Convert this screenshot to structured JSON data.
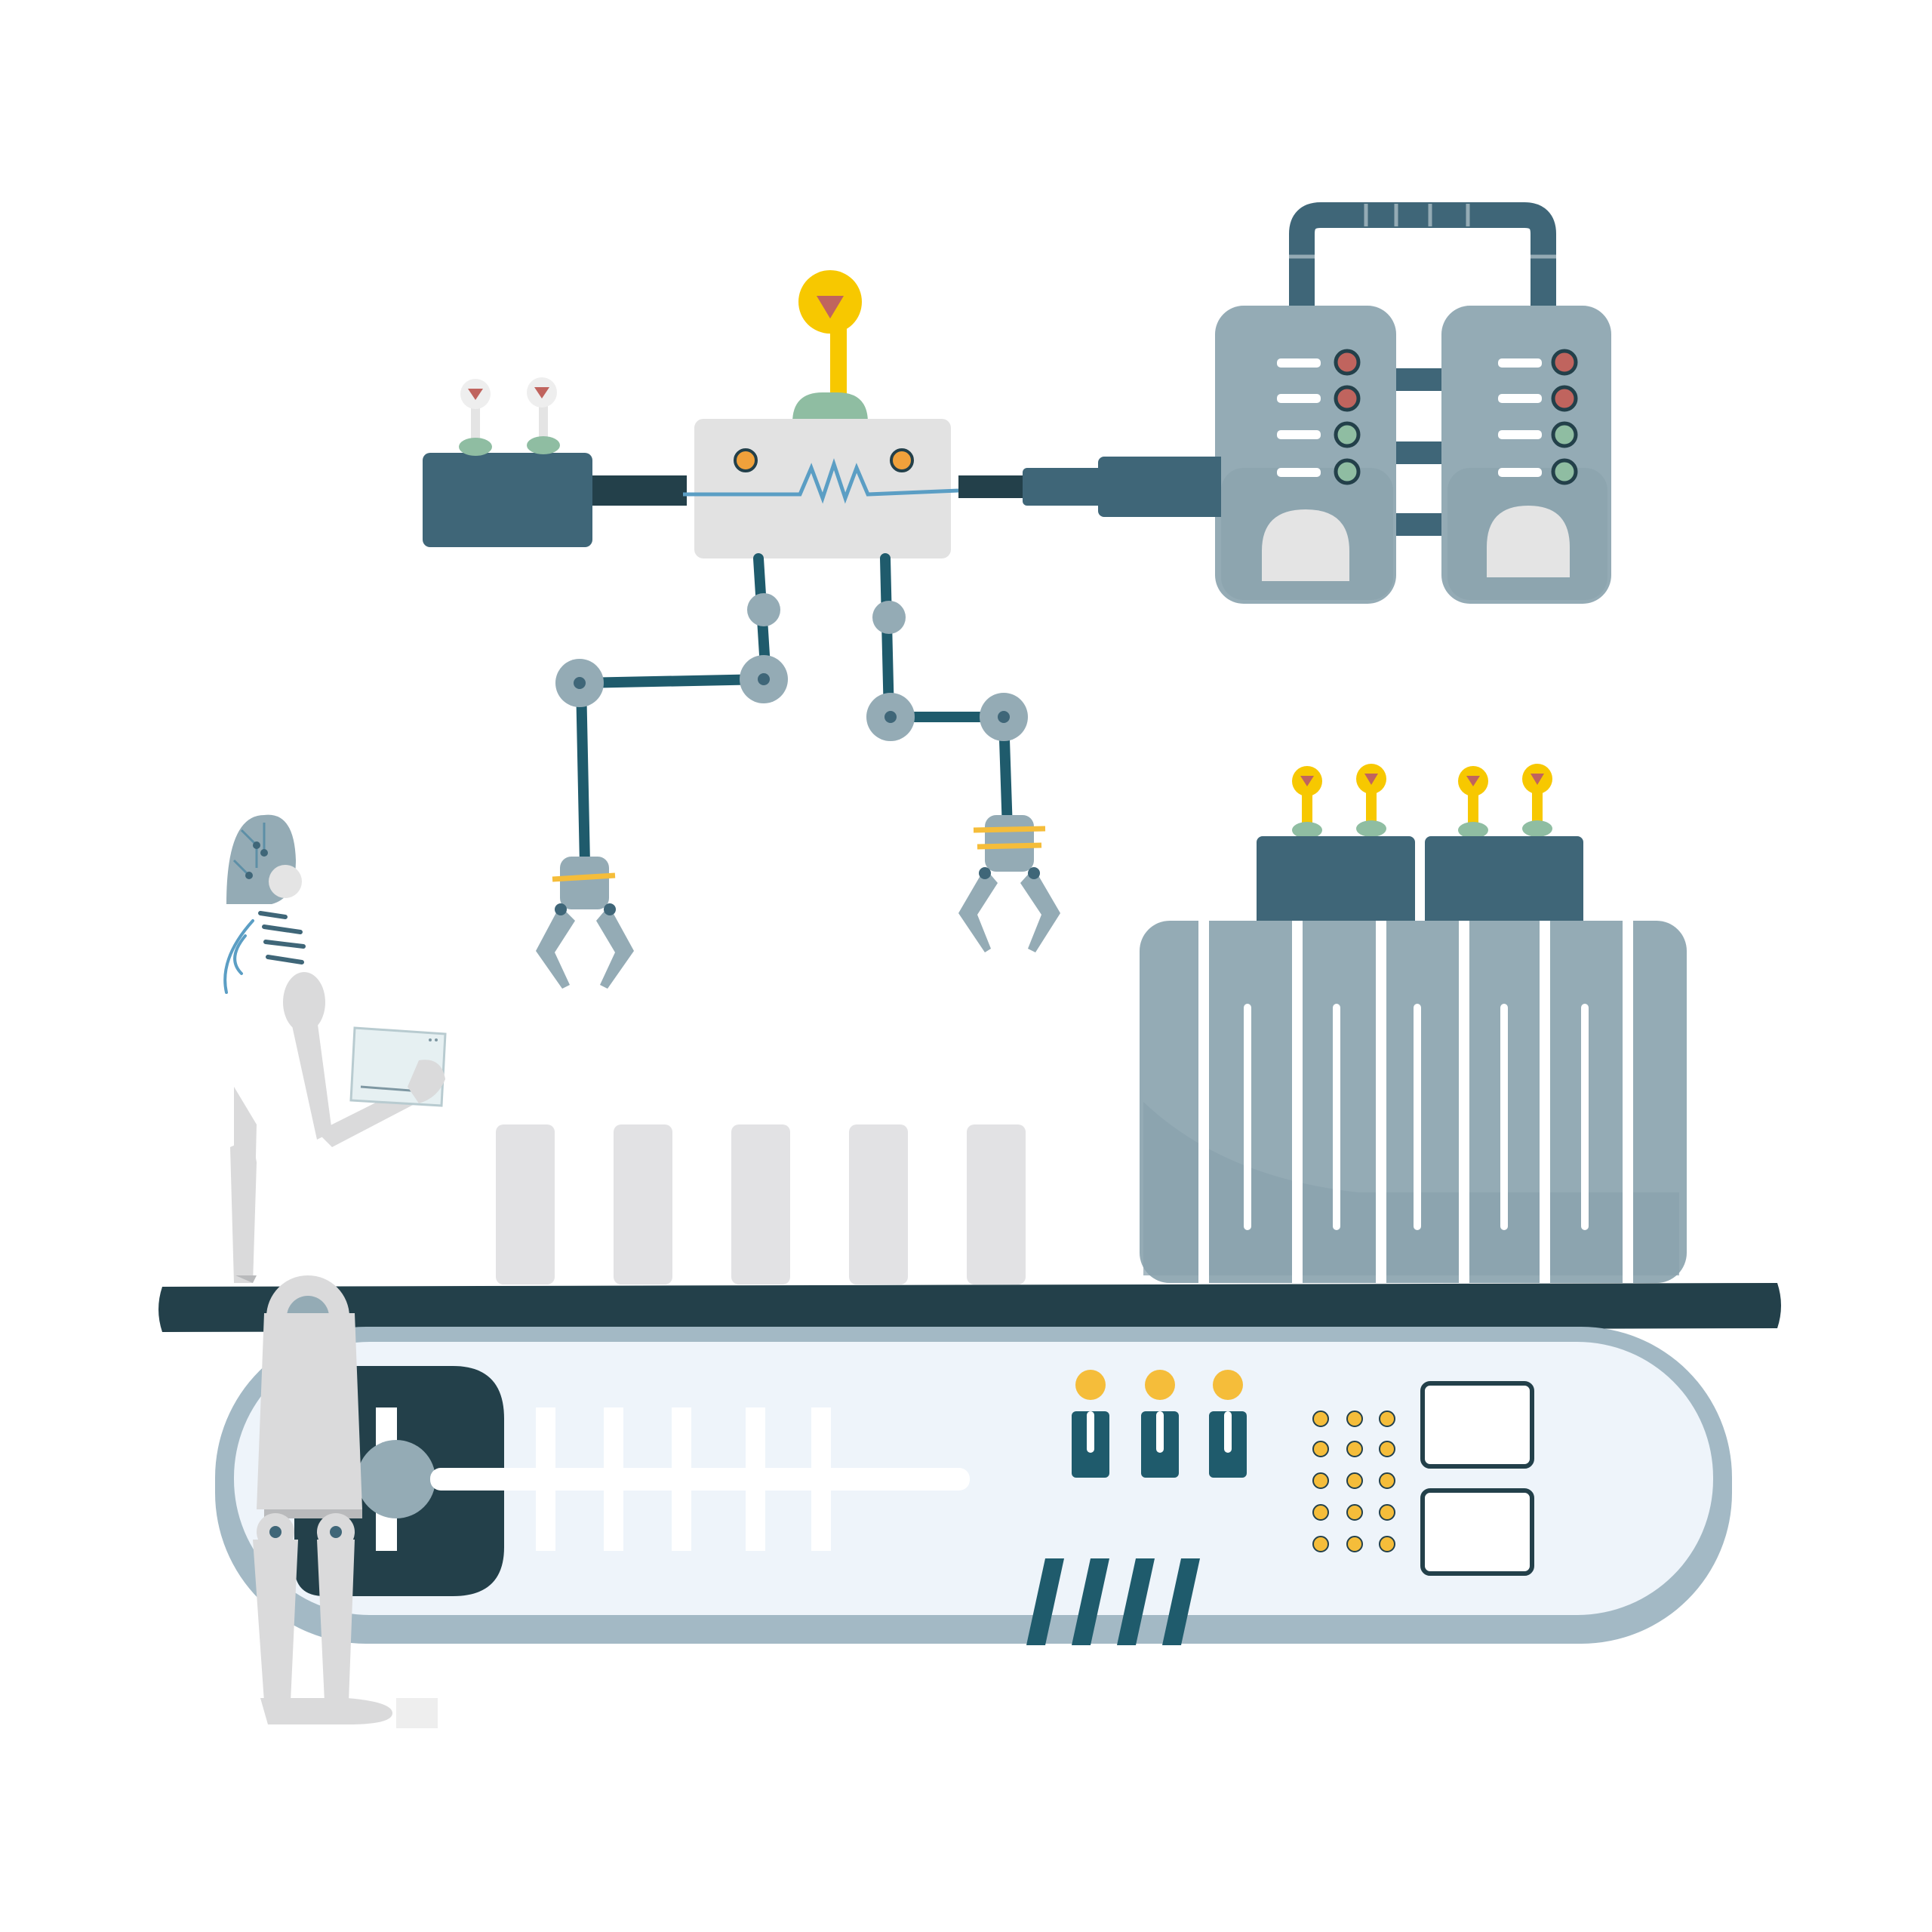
{
  "colors": {
    "background": "#ffffff",
    "dark_teal": "#23404a",
    "teal": "#3f6678",
    "arm_teal": "#1f5b6c",
    "slate": "#94abb5",
    "slate_dark": "#7e97a2",
    "panel_light": "#eef4fa",
    "panel_border": "#a3b9c5",
    "light_grey": "#e4e4e4",
    "mid_grey": "#cfcfd3",
    "robot_white": "#dadadb",
    "robot_shadow": "#b9babc",
    "yellow": "#f7c800",
    "orange": "#f0a13b",
    "amber": "#f5bd3a",
    "mint": "#8fbda2",
    "red_light": "#c0645e",
    "green_light": "#8fbda2",
    "warning_red": "#c0645e"
  },
  "icons": [
    "robot-figure",
    "holo-tablet",
    "control-unit",
    "robotic-claw-arm",
    "twin-tank-machine",
    "conveyor-belt",
    "press-machine",
    "warning-antenna"
  ],
  "indicator_lights": {
    "left_tank": [
      "red",
      "red",
      "green",
      "green"
    ],
    "right_tank": [
      "red",
      "red",
      "green",
      "green"
    ]
  },
  "conveyor_items_count": 5
}
